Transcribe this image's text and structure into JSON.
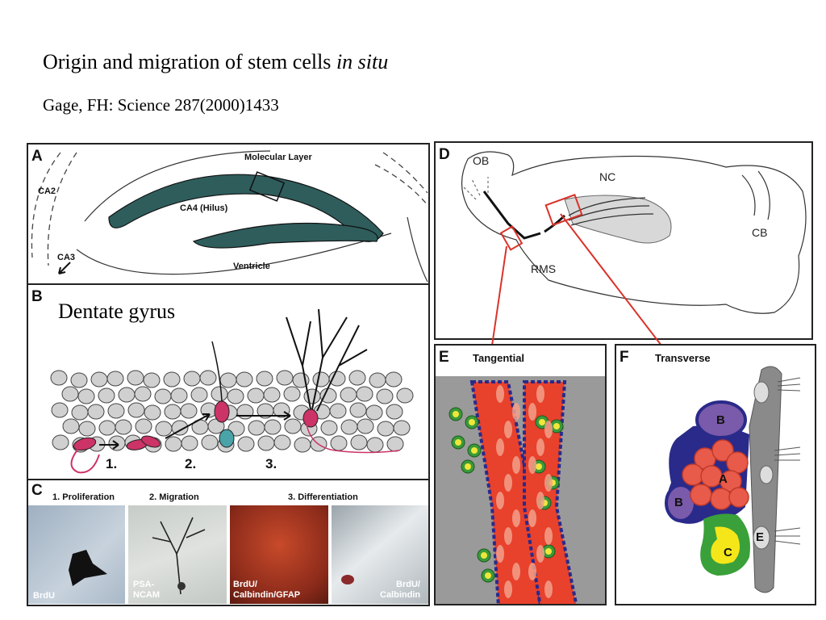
{
  "header": {
    "title_main": "Origin and migration of stem cells ",
    "title_italic": "in situ",
    "citation": "Gage, FH: Science 287(2000)1433"
  },
  "panels": {
    "A": {
      "letter": "A",
      "molecular_layer": "Molecular Layer",
      "ca2": "CA2",
      "ca4": "CA4 (Hilus)",
      "ca3": "CA3",
      "ventricle": "Ventricle"
    },
    "B": {
      "letter": "B",
      "caption": "Dentate gyrus",
      "step1": "1.",
      "step2": "2.",
      "step3": "3."
    },
    "C": {
      "letter": "C",
      "h1": "1. Proliferation",
      "h2": "2. Migration",
      "h3": "3. Differentiation",
      "cap1": "BrdU",
      "cap2a": "PSA-",
      "cap2b": "NCAM",
      "cap3a": "BrdU/",
      "cap3b": "Calbindin/GFAP",
      "cap4a": "BrdU/",
      "cap4b": "Calbindin"
    },
    "D": {
      "letter": "D",
      "ob": "OB",
      "nc": "NC",
      "cb": "CB",
      "rms": "RMS"
    },
    "E": {
      "letter": "E",
      "title": "Tangential"
    },
    "F": {
      "letter": "F",
      "title": "Transverse",
      "a": "A",
      "b1": "B",
      "b2": "B",
      "c": "C",
      "e": "E"
    }
  },
  "colors": {
    "dentate": "#2e5d5c",
    "neuron": "#cc3366",
    "glia": "#4aa3a8",
    "red": "#e8412c",
    "outline_red": "#d9332b"
  }
}
